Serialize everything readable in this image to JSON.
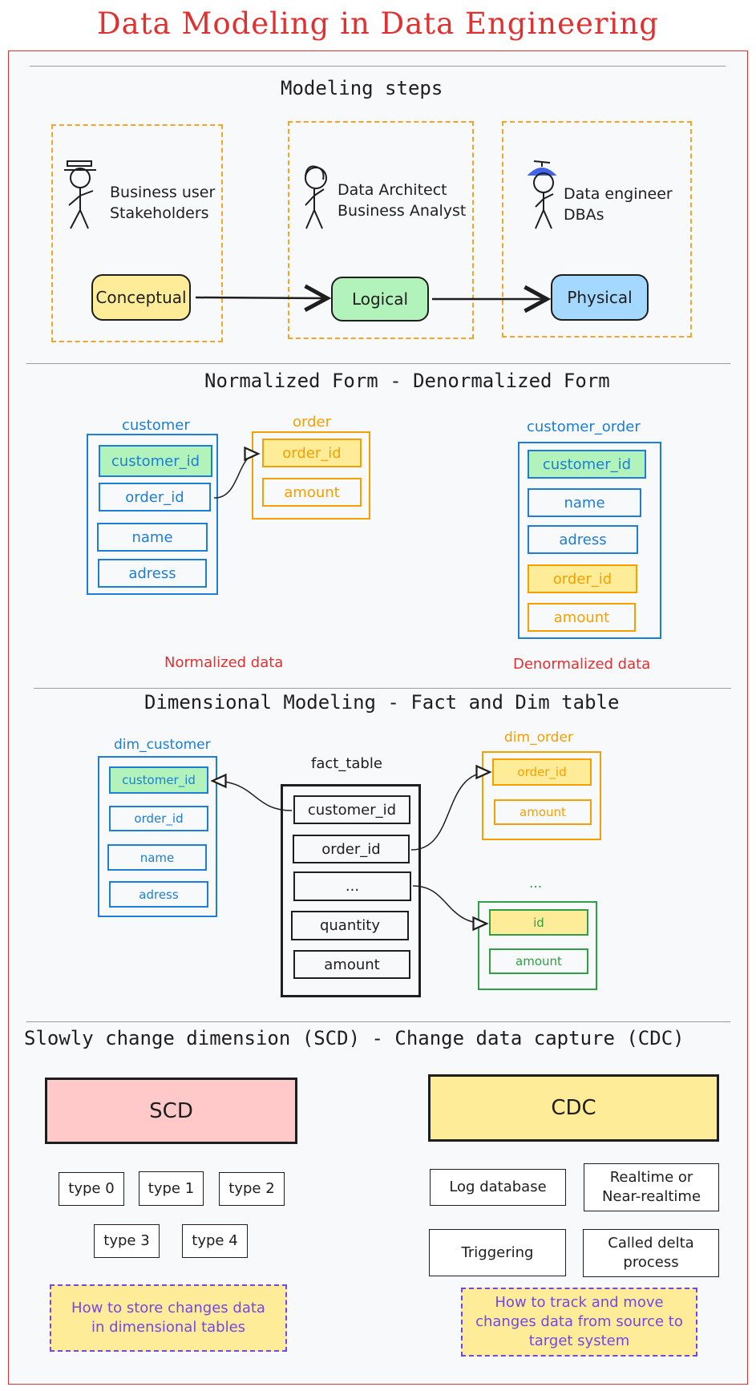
{
  "page": {
    "title": "Data Modeling in Data Engineering"
  },
  "modeling": {
    "title": "Modeling steps",
    "steps": [
      {
        "role": "Business user\nStakeholders",
        "label": "Conceptual",
        "color": "#ffec99"
      },
      {
        "role": "Data Architect\nBusiness Analyst",
        "label": "Logical",
        "color": "#b2f2bb"
      },
      {
        "role": "Data engineer\nDBAs",
        "label": "Physical",
        "color": "#a5d8ff"
      }
    ]
  },
  "normal": {
    "title": "Normalized Form - Denormalized Form",
    "customer": {
      "name": "customer",
      "fields": [
        "customer_id",
        "order_id",
        "name",
        "adress"
      ]
    },
    "order": {
      "name": "order",
      "fields": [
        "order_id",
        "amount"
      ]
    },
    "customer_order": {
      "name": "customer_order",
      "fields": [
        "customer_id",
        "name",
        "adress",
        "order_id",
        "amount"
      ]
    },
    "normalized_label": "Normalized data",
    "denormalized_label": "Denormalized data"
  },
  "dimensional": {
    "title": "Dimensional Modeling - Fact and Dim table",
    "dim_customer": {
      "name": "dim_customer",
      "fields": [
        "customer_id",
        "order_id",
        "name",
        "adress"
      ]
    },
    "fact_table": {
      "name": "fact_table",
      "fields": [
        "customer_id",
        "order_id",
        "...",
        "quantity",
        "amount"
      ]
    },
    "dim_order": {
      "name": "dim_order",
      "fields": [
        "order_id",
        "amount"
      ]
    },
    "dim_other": {
      "name": "...",
      "fields": [
        "id",
        "amount"
      ]
    }
  },
  "scd_cdc": {
    "title": "Slowly change dimension (SCD) - Change data capture (CDC)",
    "scd": {
      "label": "SCD",
      "color": "#ffc9c9",
      "types": [
        "type 0",
        "type 1",
        "type 2",
        "type 3",
        "type 4"
      ],
      "note": "How to store changes data\nin dimensional tables"
    },
    "cdc": {
      "label": "CDC",
      "color": "#ffec99",
      "items": [
        "Log database",
        "Realtime or\nNear-realtime",
        "Triggering",
        "Called delta\nprocess"
      ],
      "note": "How to track and move\nchanges data from source to\ntarget system"
    }
  }
}
